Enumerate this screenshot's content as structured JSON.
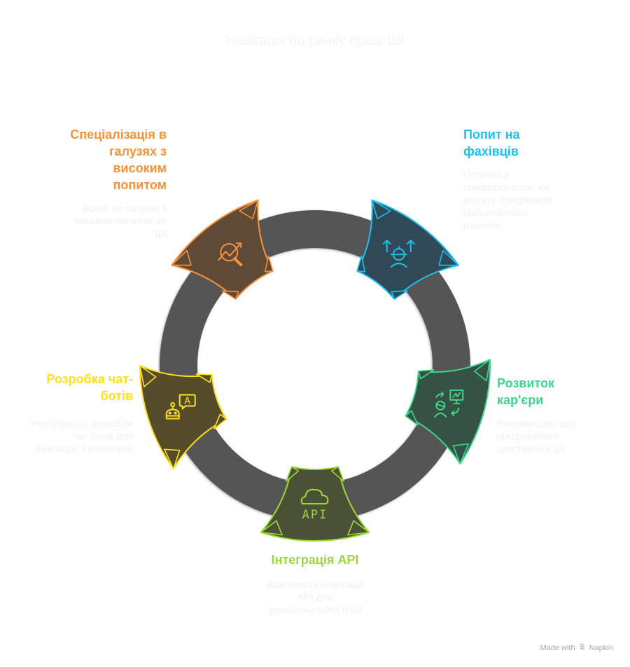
{
  "title": "Навігація по ринку праці ШІ",
  "segments": [
    {
      "id": "specialization",
      "heading": "Спеціалізація в галузях з високим попитом",
      "description": "Фокус на галузях з високим попитом на ШІ",
      "icon": "trend-search-icon",
      "color": "#f5923a",
      "fill": "#5e4a37"
    },
    {
      "id": "demand",
      "heading": "Попит на фахівців",
      "description": "Потреба в професіоналах, які можуть створювати масштабовані рішення",
      "icon": "worker-growth-icon",
      "color": "#1fbff0",
      "fill": "#2f4a56"
    },
    {
      "id": "career",
      "heading": "Розвиток кар'єри",
      "description": "Рекомендації для професійного зростання в ШІ",
      "icon": "career-presentation-icon",
      "color": "#3dd68c",
      "fill": "#355244"
    },
    {
      "id": "api",
      "heading": "Інтеграція API",
      "description": "Важливість інтеграції API для функціональності ШІ",
      "icon": "cloud-api-icon",
      "icon_text": "API",
      "color": "#9bd93a",
      "fill": "#4a5136"
    },
    {
      "id": "chatbots",
      "heading": "Розробка чат-ботів",
      "description": "Необхідність розробки чат-ботів для взаємодії з клієнтами",
      "icon": "chatbot-icon",
      "icon_text": "A",
      "color": "#ffe01a",
      "fill": "#554c2b"
    }
  ],
  "ring_color": "#545454",
  "credit": {
    "prefix": "Made with",
    "brand": "Napkin"
  }
}
